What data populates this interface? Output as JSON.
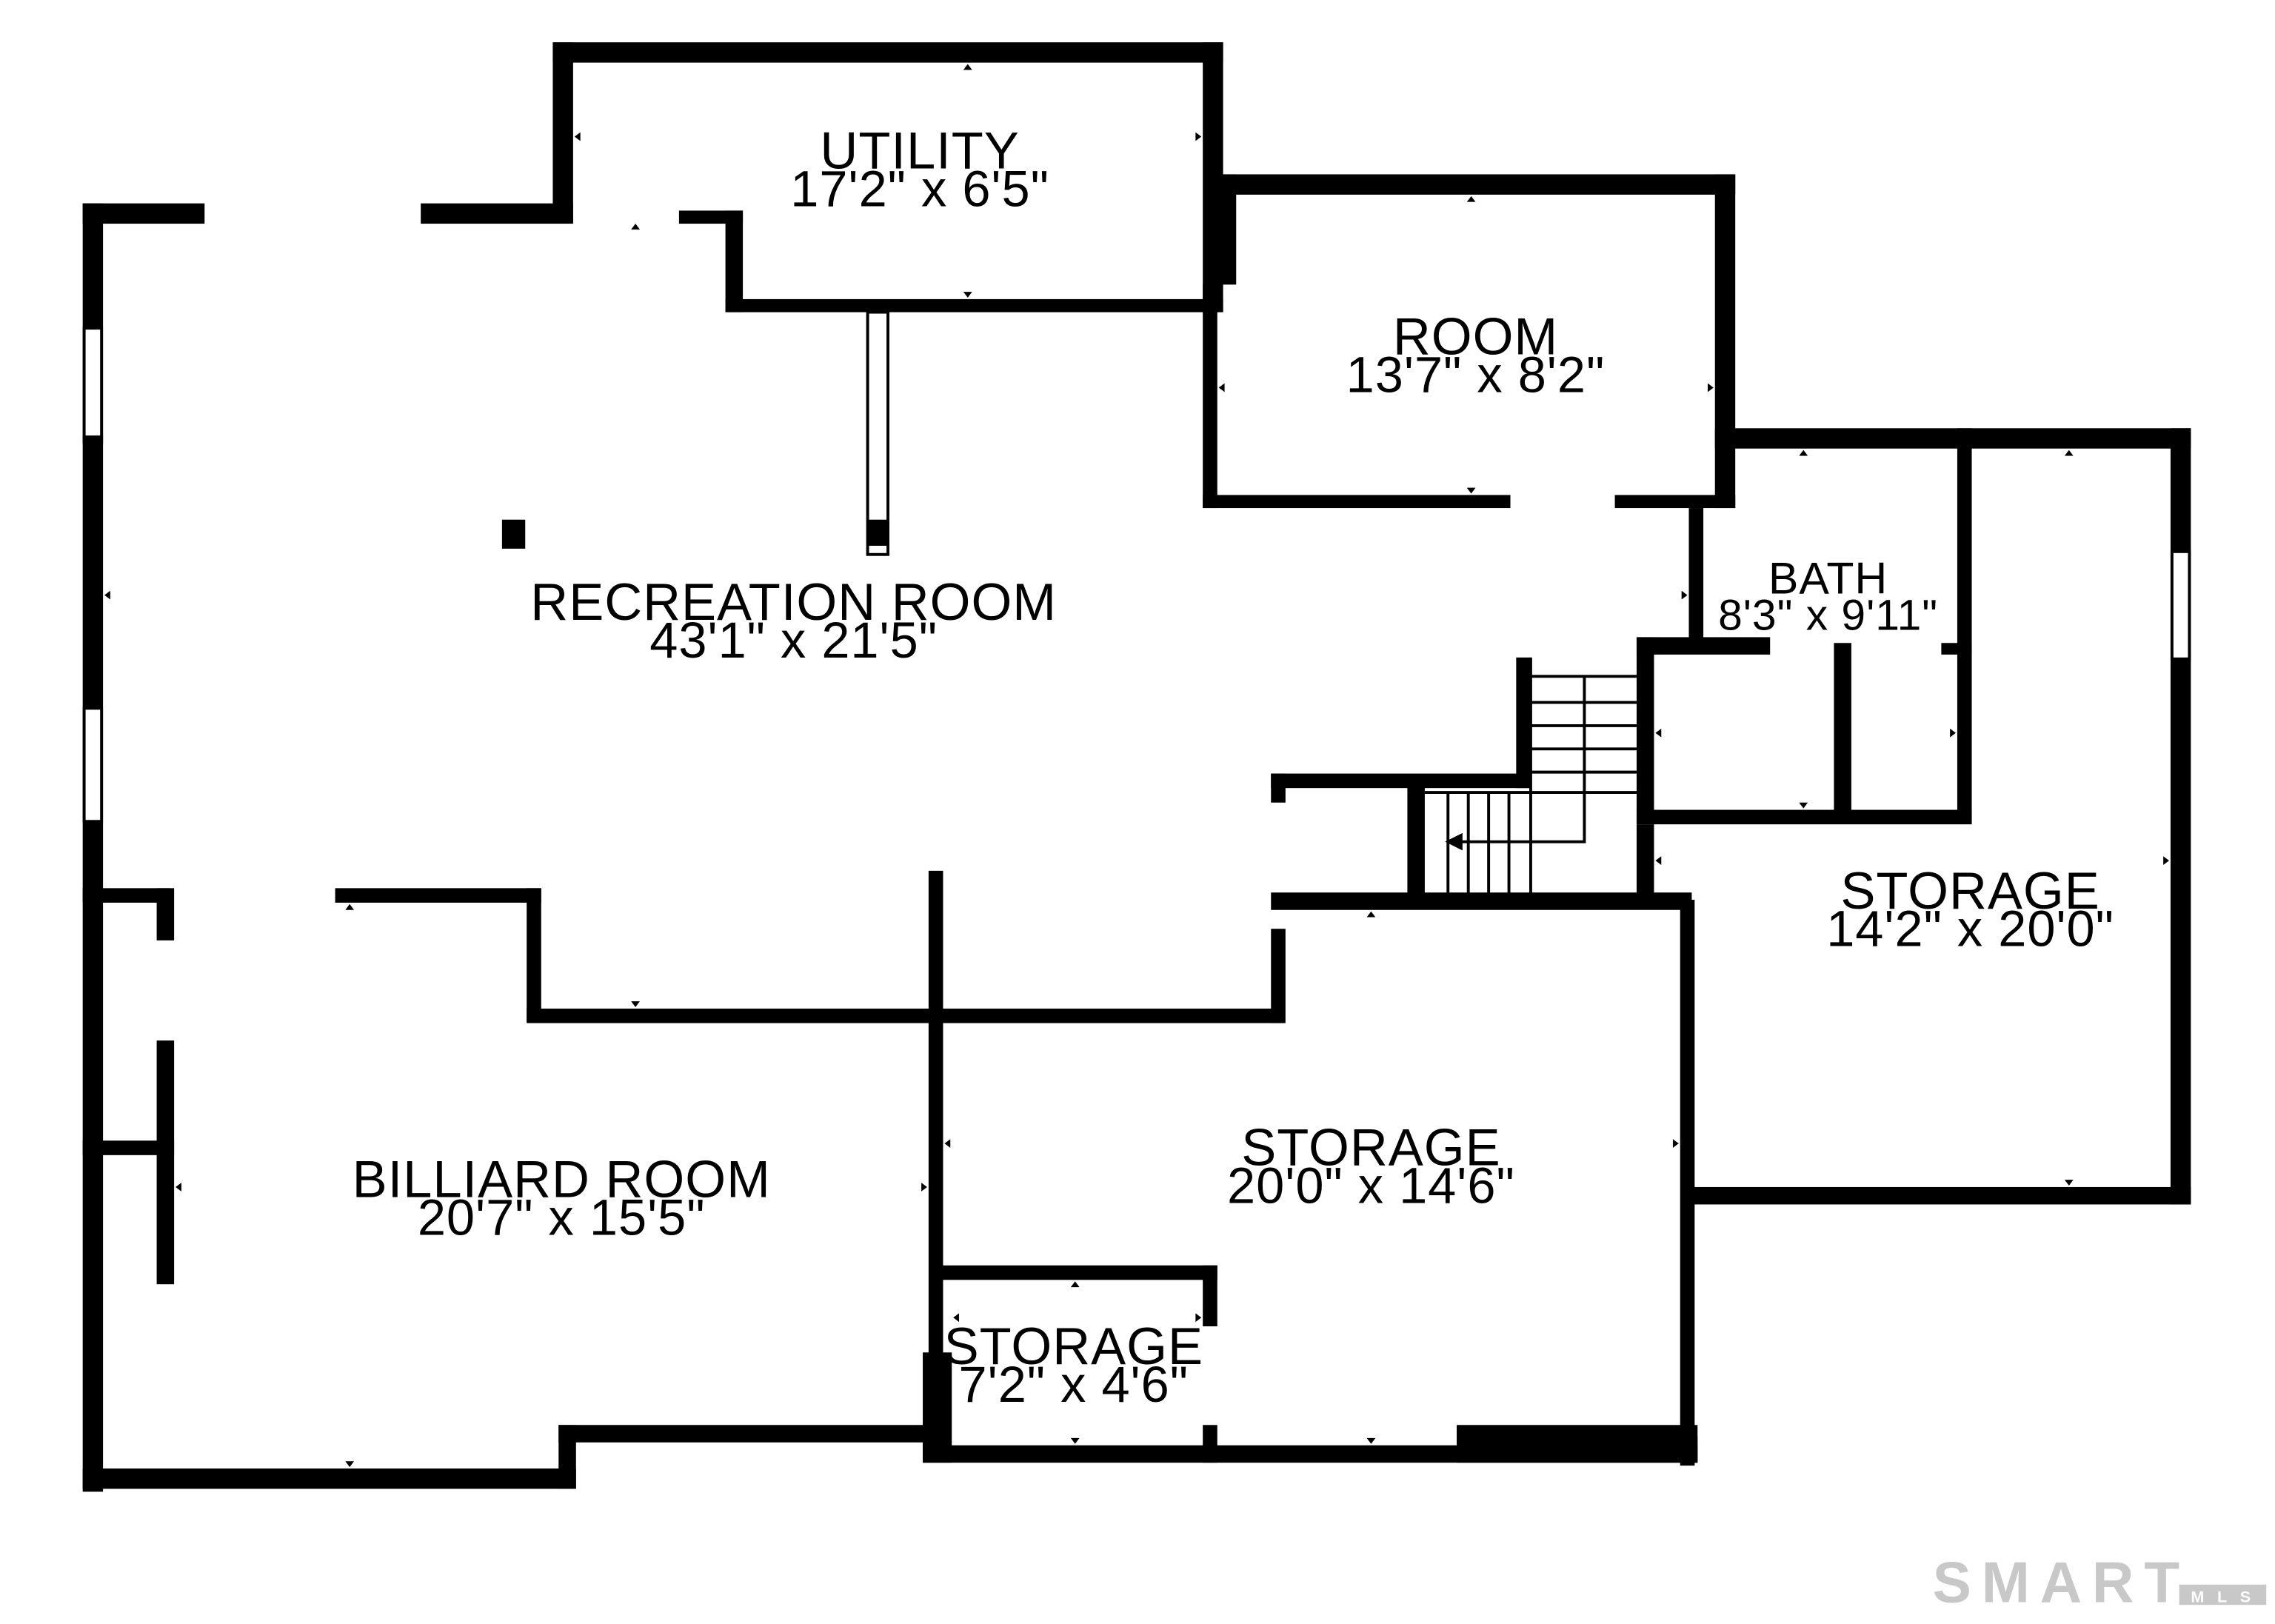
{
  "rooms": {
    "utility": {
      "name": "UTILITY",
      "dims": "17'2\" x 6'5\""
    },
    "room": {
      "name": "ROOM",
      "dims": "13'7\" x 8'2\""
    },
    "recreation": {
      "name": "RECREATION ROOM",
      "dims": "43'1\" x 21'5\""
    },
    "bath": {
      "name": "BATH",
      "dims": "8'3\" x 9'11\""
    },
    "storage_right": {
      "name": "STORAGE",
      "dims": "14'2\" x 20'0\""
    },
    "billiard": {
      "name": "BILLIARD ROOM",
      "dims": "20'7\" x 15'5\""
    },
    "storage_center": {
      "name": "STORAGE",
      "dims": "20'0\" x 14'6\""
    },
    "storage_small": {
      "name": "STORAGE",
      "dims": "7'2\" x 4'6\""
    }
  },
  "logo": {
    "text": "SMART",
    "sub": "MLS"
  },
  "colors": {
    "wall": "#000000",
    "background": "#ffffff",
    "logo": "#c8c8c8"
  }
}
